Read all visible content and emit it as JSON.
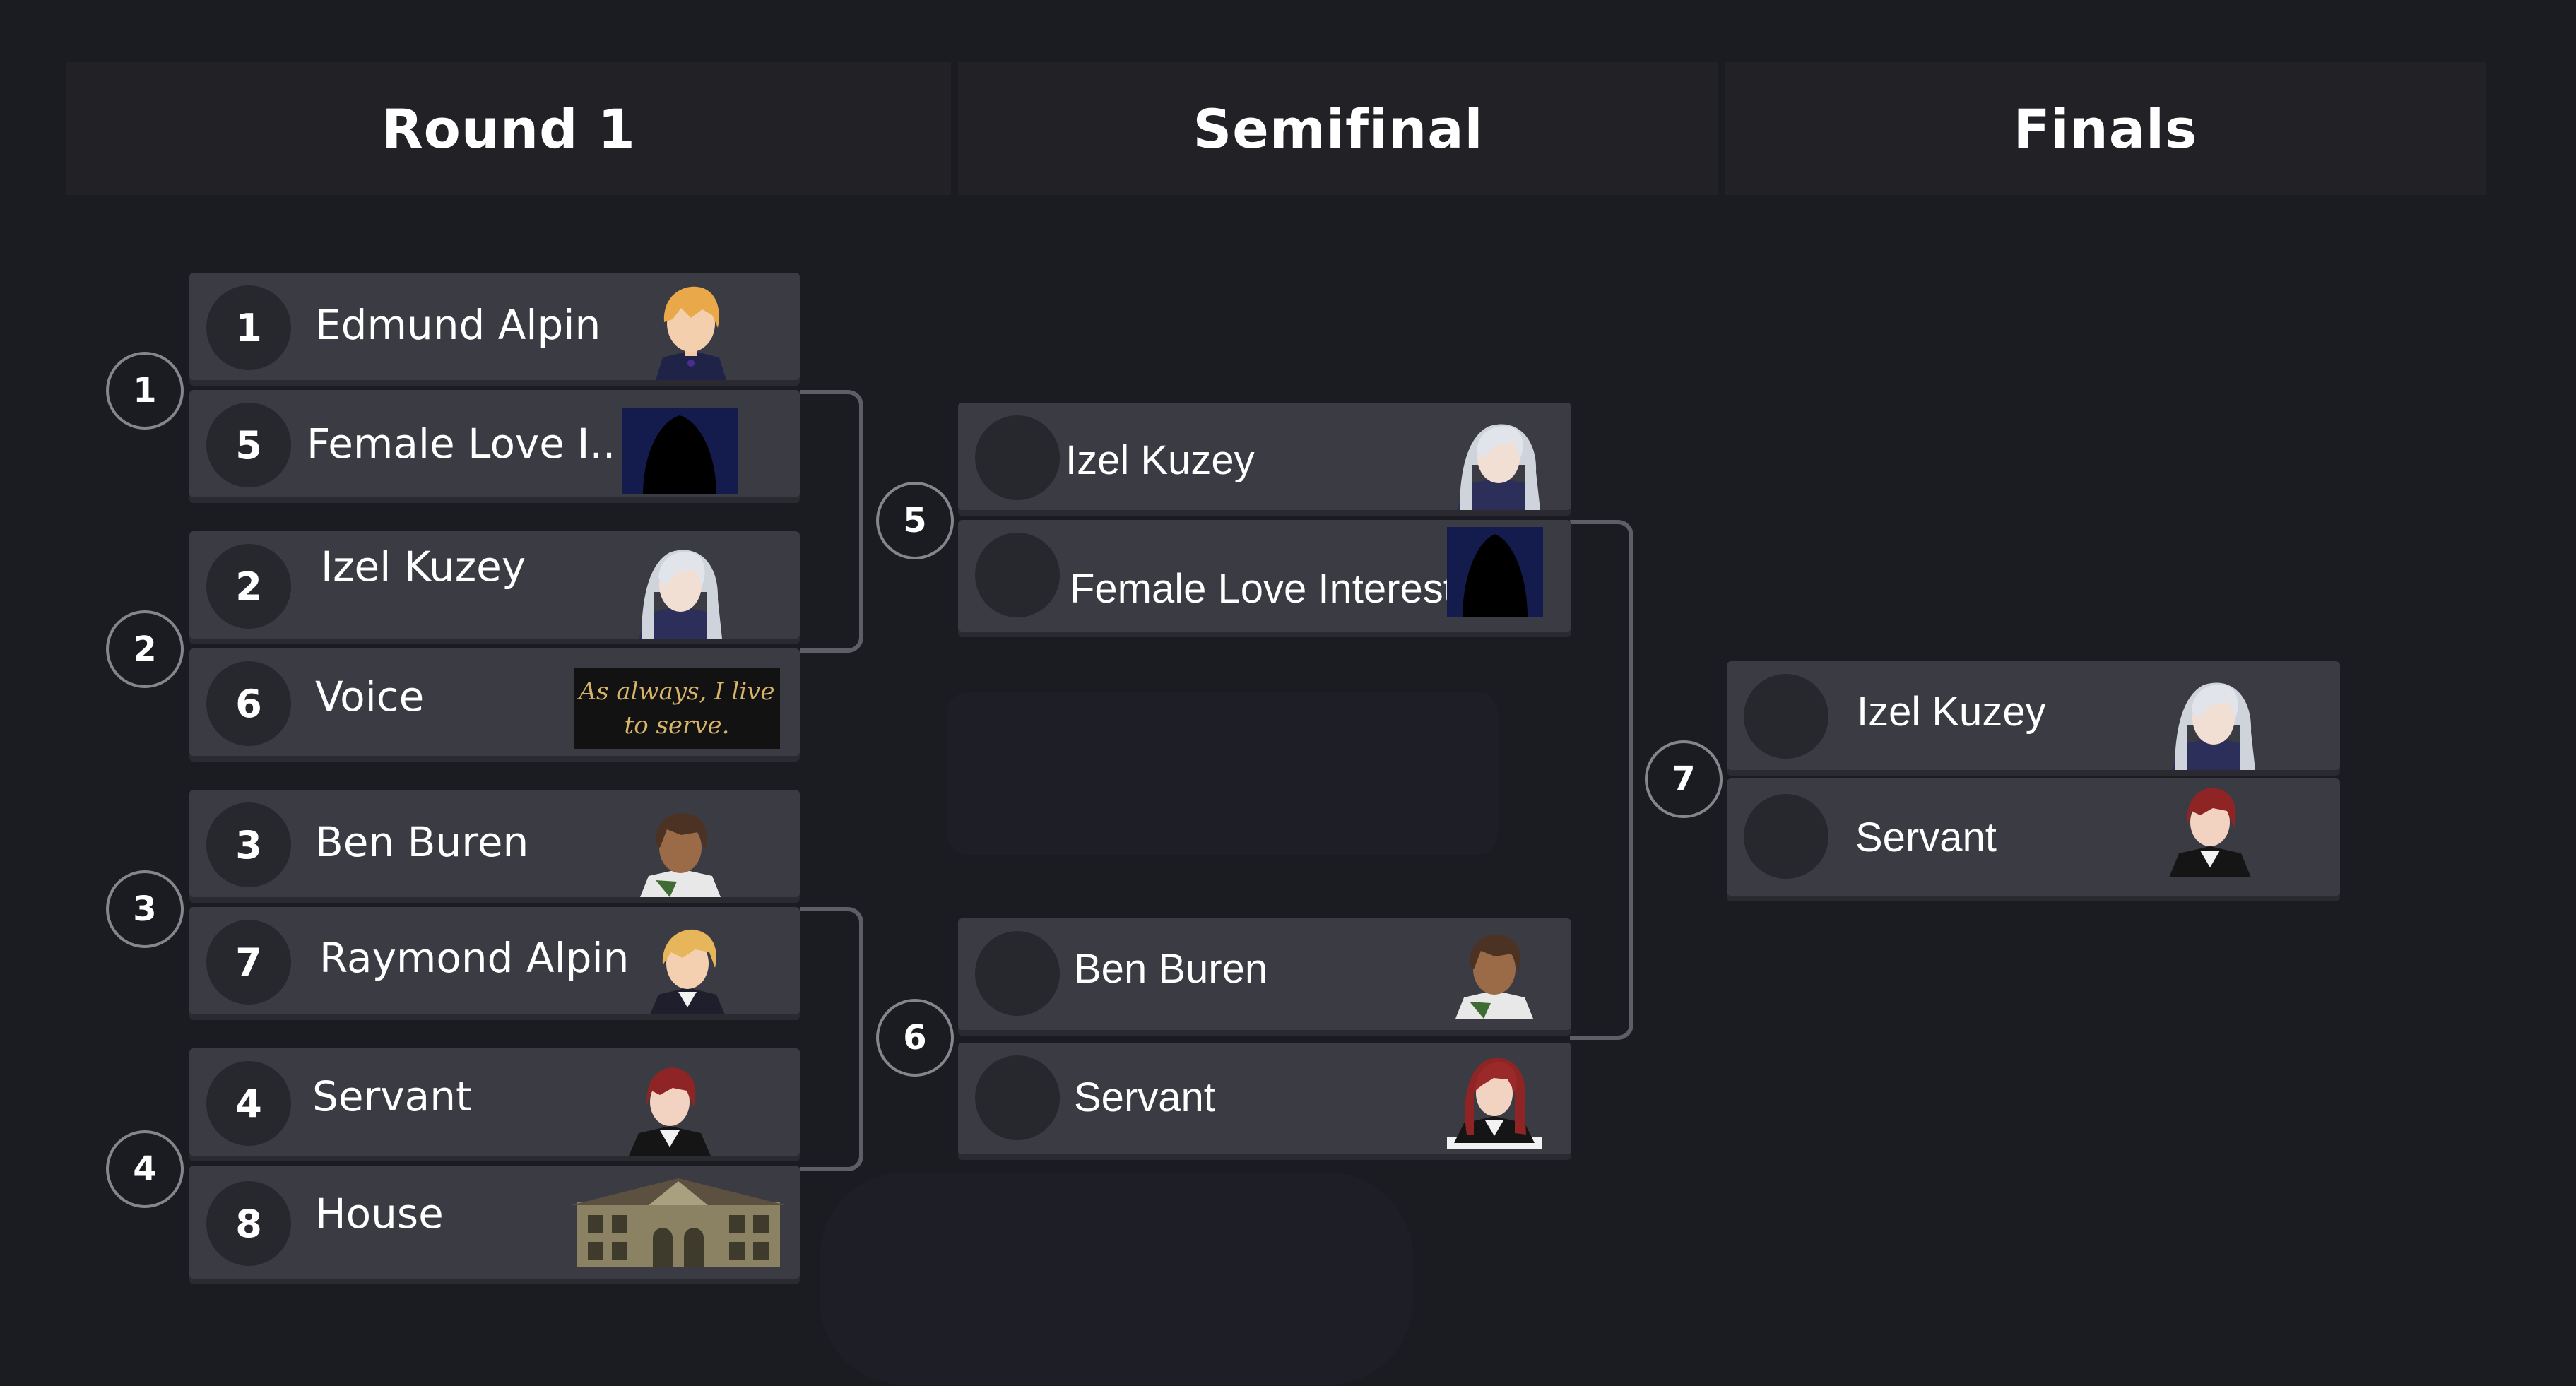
{
  "rounds": {
    "round1": "Round 1",
    "semifinal": "Semifinal",
    "finals": "Finals"
  },
  "round1": {
    "match1": {
      "badge": "1",
      "top": {
        "seed": "1",
        "name": "Edmund Alpin",
        "avatar": "blonde-boy-portrait"
      },
      "bottom": {
        "seed": "5",
        "name": "Female Love I..",
        "avatar": "silhouette-portrait"
      }
    },
    "match2": {
      "badge": "2",
      "top": {
        "seed": "2",
        "name": "Izel Kuzey",
        "avatar": "silver-hair-portrait"
      },
      "bottom": {
        "seed": "6",
        "name": "Voice",
        "quote": "As always, I live to serve."
      }
    },
    "match3": {
      "badge": "3",
      "top": {
        "seed": "3",
        "name": "Ben Buren",
        "avatar": "dark-hair-portrait"
      },
      "bottom": {
        "seed": "7",
        "name": "Raymond Alpin",
        "avatar": "blonde-man-portrait"
      }
    },
    "match4": {
      "badge": "4",
      "top": {
        "seed": "4",
        "name": "Servant",
        "avatar": "red-hair-portrait"
      },
      "bottom": {
        "seed": "8",
        "name": "House",
        "avatar": "mansion-image"
      }
    }
  },
  "semifinal": {
    "match5": {
      "badge": "5",
      "top": {
        "name": "Izel Kuzey",
        "avatar": "silver-hair-portrait"
      },
      "bottom": {
        "name": "Female Love Interest",
        "avatar": "silhouette-portrait"
      }
    },
    "match6": {
      "badge": "6",
      "top": {
        "name": "Ben Buren",
        "avatar": "dark-hair-portrait"
      },
      "bottom": {
        "name": "Servant",
        "avatar": "red-hair-portrait"
      }
    }
  },
  "finals": {
    "match7": {
      "badge": "7",
      "top": {
        "name": "Izel Kuzey",
        "avatar": "silver-hair-portrait"
      },
      "bottom": {
        "name": "Servant",
        "avatar": "red-hair-portrait"
      }
    }
  },
  "colors": {
    "background": "#1b1b22",
    "header": "#222226",
    "slot": "#3b3c43",
    "seed_circle": "#27282d",
    "connector": "#5e5e66"
  }
}
